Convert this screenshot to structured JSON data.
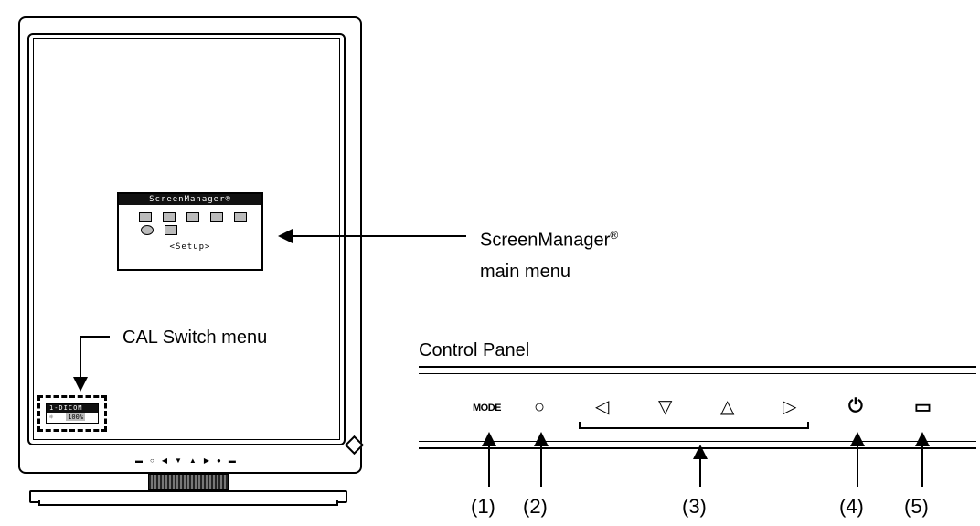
{
  "screen_manager_menu": {
    "title": "ScreenManager®",
    "setup_label": "<Setup>"
  },
  "cal_switch_menu": {
    "mode": "1-DICOM",
    "sun_icon": "☼",
    "brightness": "100%"
  },
  "callouts": {
    "screenmanager_label": "ScreenManager",
    "registered": "®",
    "screenmanager_sub": "main menu",
    "cal_switch_label": "CAL Switch menu"
  },
  "control_panel": {
    "title": "Control Panel",
    "buttons": {
      "mode": "MODE",
      "enter": "○",
      "left": "◁",
      "down": "▽",
      "up": "△",
      "right": "▷",
      "power": "⏻",
      "indicator": "▭"
    },
    "numbers": [
      "(1)",
      "(2)",
      "(3)",
      "(4)",
      "(5)"
    ]
  },
  "icons": {
    "mini_buttons": [
      "▬",
      "○",
      "◀",
      "▼",
      "▲",
      "▶",
      "●",
      "▬"
    ]
  }
}
